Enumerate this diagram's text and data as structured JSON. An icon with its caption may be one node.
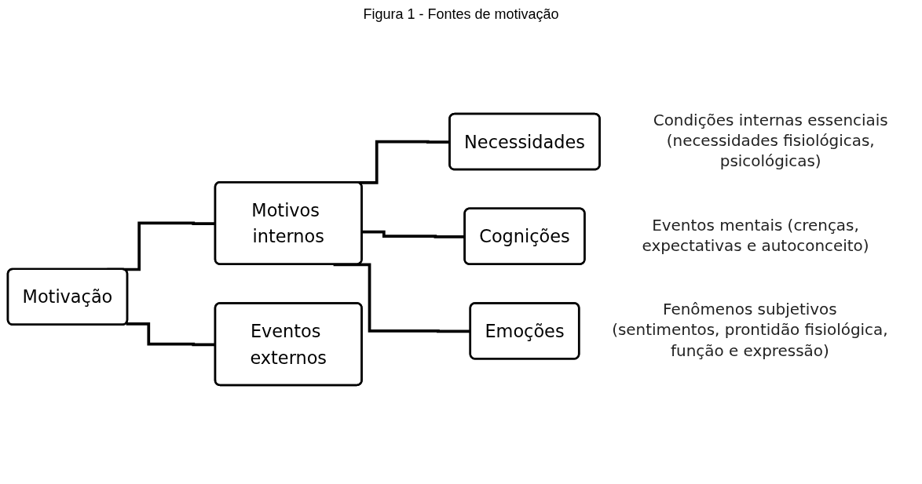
{
  "diagram": {
    "title": "Figura 1 - Fontes de motivação",
    "nodes": [
      {
        "text": [
          "Motivação"
        ]
      },
      {
        "text": [
          "Motivos internos"
        ]
      },
      {
        "text": [
          "Eventos externos"
        ]
      },
      {
        "text": [
          "Necessidades"
        ],
        "beside": [
          "Condições internas essenciais (necessidades fisiológicas, psicológicas)"
        ]
      },
      {
        "text": [
          "Cognições"
        ],
        "beside": [
          "Eventos mentais (crenças, expectativas e autoconceito)"
        ]
      },
      {
        "text": [
          "Emoções"
        ],
        "beside": [
          "Fenômenos subjetivos (sentimentos, prontidão fisiológica, função e expressão)"
        ]
      }
    ],
    "edges": [
      {
        "from": 0,
        "to": 1,
        "arrow": "none"
      },
      {
        "from": 0,
        "to": 2,
        "arrow": "none"
      },
      {
        "from": 1,
        "to": 3,
        "arrow": "none"
      },
      {
        "from": 1,
        "to": 4,
        "arrow": "none"
      },
      {
        "from": 1,
        "to": 5,
        "arrow": "none"
      }
    ]
  }
}
